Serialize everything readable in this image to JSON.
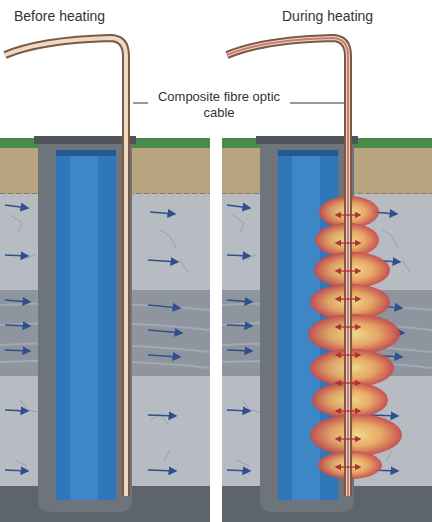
{
  "diagram": {
    "labels": [
      "Before heating",
      "During heating",
      "Composite fibre optic cable"
    ]
  }
}
